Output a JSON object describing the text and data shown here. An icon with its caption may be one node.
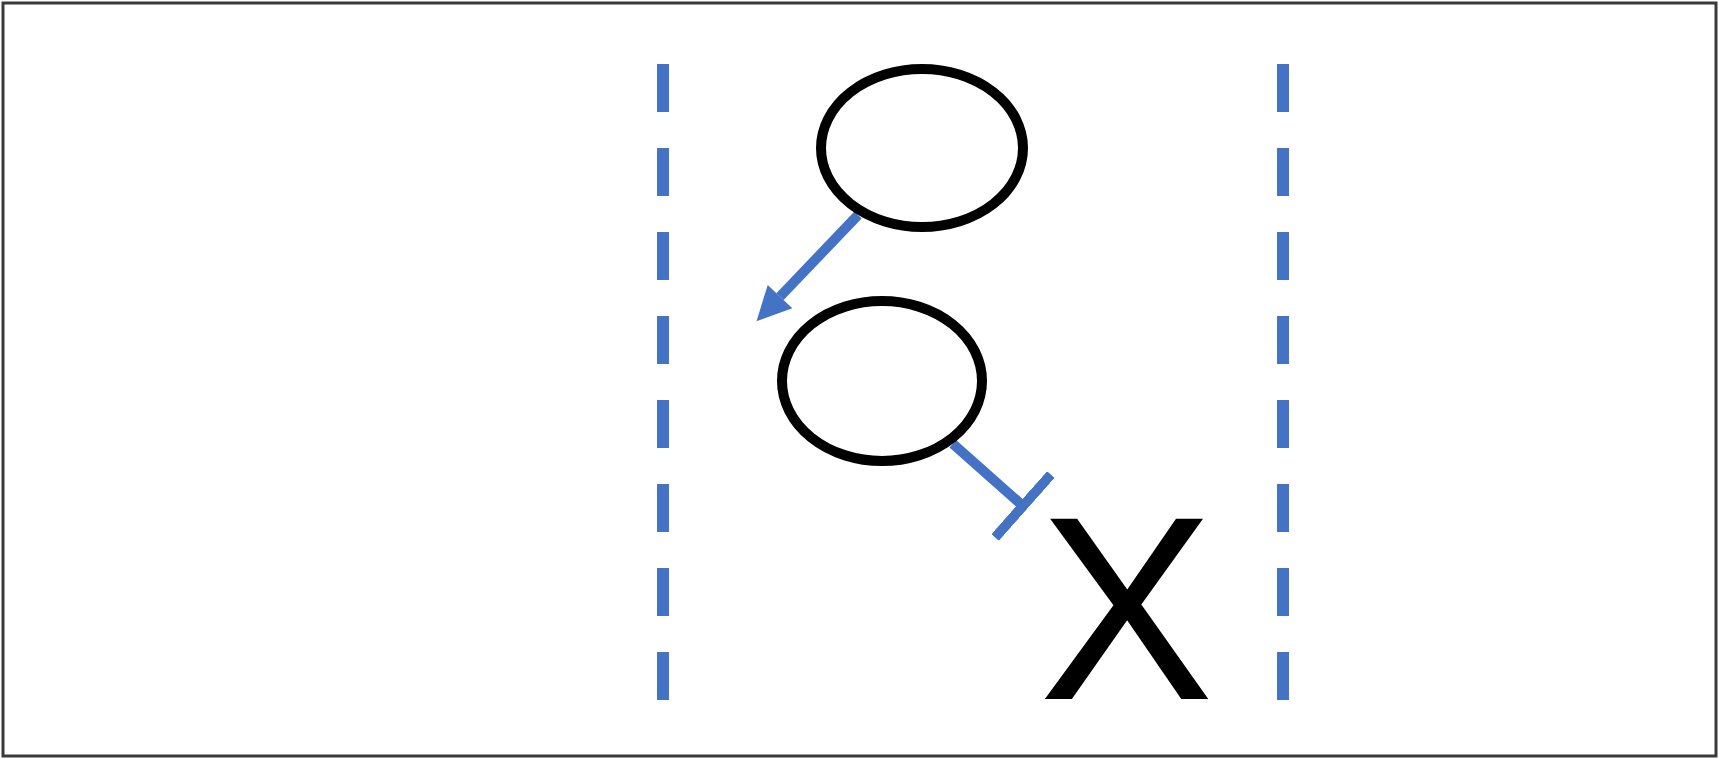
{
  "diagram": {
    "nodes": [
      {
        "text": [],
        "shape": "circle"
      },
      {
        "text": [],
        "shape": "circle"
      },
      {
        "text": [
          "X"
        ]
      }
    ],
    "edges": [
      {
        "from": 0,
        "to": 1,
        "arrow": "to"
      },
      {
        "from": 1,
        "to": 2,
        "arrow": "other"
      }
    ]
  }
}
